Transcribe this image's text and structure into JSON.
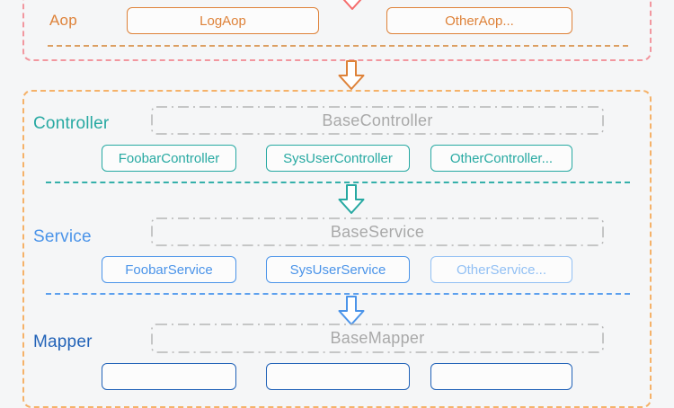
{
  "layers": {
    "aop": {
      "label": "Aop",
      "items": [
        "LogAop",
        "OtherAop..."
      ],
      "accent_color": "#de8239",
      "container_border_color": "#f2979f"
    },
    "controller": {
      "label": "Controller",
      "base": "BaseController",
      "items": [
        "FoobarController",
        "SysUserController",
        "OtherController..."
      ],
      "accent_color": "#27a9a2"
    },
    "service": {
      "label": "Service",
      "base": "BaseService",
      "items": [
        "FoobarService",
        "SysUserService",
        "OtherService..."
      ],
      "accent_color": "#4b94e9",
      "muted_item_color": "#92c0f4"
    },
    "mapper": {
      "label": "Mapper",
      "base": "BaseMapper",
      "items": [],
      "accent_color": "#2263b8"
    }
  },
  "flow_arrows": {
    "into_aop_color": "#f56c6c",
    "aop_to_controller_color": "#de8239",
    "controller_to_service_color": "#27a9a2",
    "service_to_mapper_color": "#4b94e9"
  },
  "misc": {
    "background_color": "#f5f6f7",
    "base_box_color": "#b5b5b5",
    "lower_container_border_color": "#f5b269"
  }
}
